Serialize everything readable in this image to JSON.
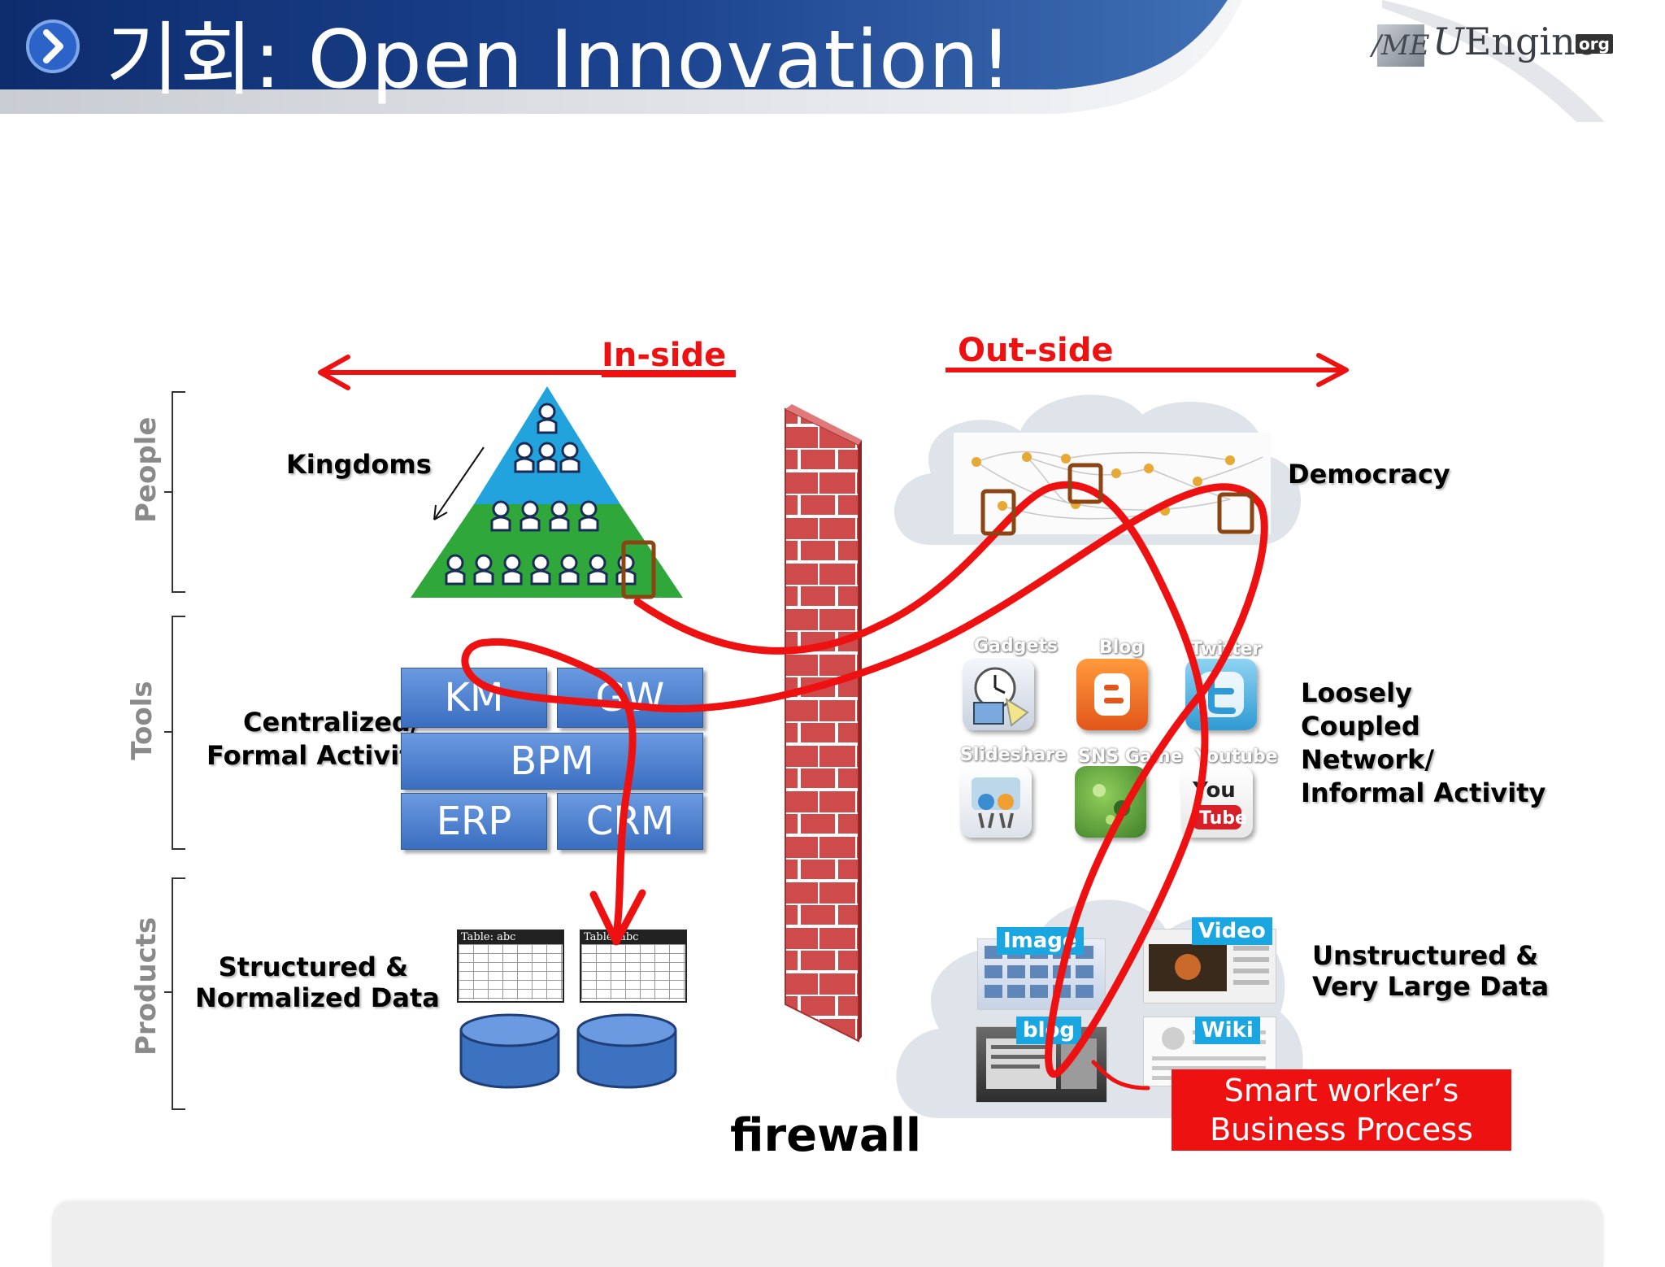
{
  "header": {
    "title": "기회: Open Innovation!",
    "colors": {
      "banner_dark": "#0d2c6e",
      "banner_light": "#3f6fb4",
      "accent": "#ee1111"
    },
    "logo": {
      "mark": "/ME",
      "name_prefix": "U",
      "name": "Engine",
      "suffix": "org"
    }
  },
  "headings": {
    "inside": "In-side",
    "outside": "Out-side"
  },
  "sections": {
    "people": "People",
    "tools": "Tools",
    "products": "Products"
  },
  "left_labels": {
    "kingdoms": "Kingdoms",
    "centralized_line1": "Centralized/",
    "centralized_line2": "Formal Activity",
    "structured_line1": "Structured &",
    "structured_line2": "Normalized Data"
  },
  "tools": {
    "km": "KM",
    "gw": "GW",
    "bpm": "BPM",
    "erp": "ERP",
    "crm": "CRM"
  },
  "tables": {
    "table1": "Table: abc",
    "table2": "Table: abc"
  },
  "right_labels": {
    "democracy": "Democracy",
    "loosely_line1": "Loosely",
    "loosely_line2": "Coupled",
    "loosely_line3": "Network/",
    "loosely_line4": "Informal Activity",
    "unstructured_line1": "Unstructured &",
    "unstructured_line2": "Very Large Data"
  },
  "apps": {
    "gadgets": "Gadgets",
    "blog": "Blog",
    "twitter": "Twitter",
    "slideshare": "Slideshare",
    "sns_game": "SNS Game",
    "youtube": "Youtube"
  },
  "media": {
    "image": "Image",
    "video": "Video",
    "blog": "blog",
    "wiki": "Wiki"
  },
  "firewall": "firewall",
  "callout": {
    "line1": "Smart worker’s",
    "line2": "Business Process"
  }
}
